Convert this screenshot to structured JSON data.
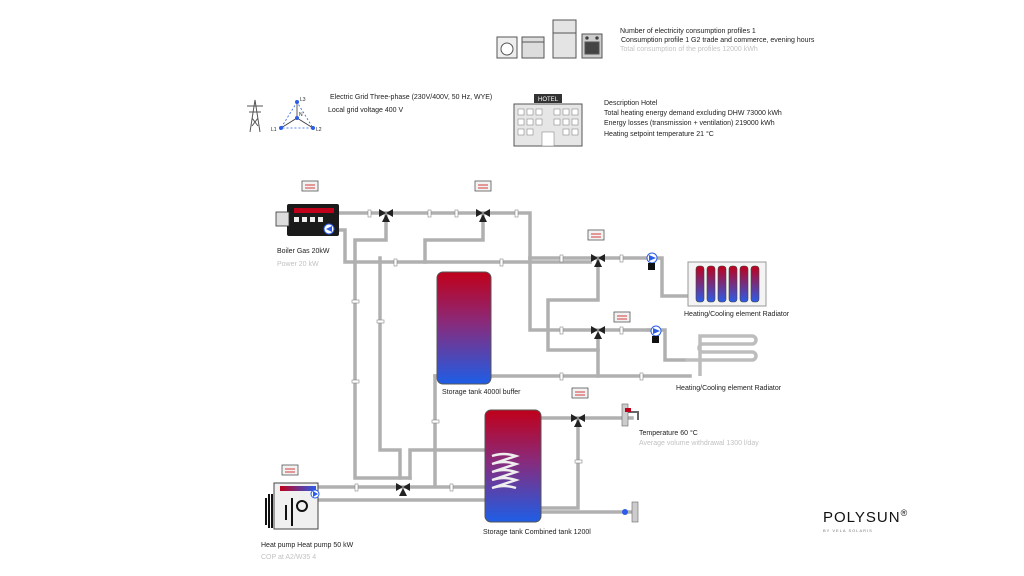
{
  "consumption": {
    "line1": "Number of electricity consumption profiles 1",
    "line2": "Consumption profile 1 G2 trade and commerce, evening hours",
    "line3": "Total consumption of the profiles 12000 kWh"
  },
  "grid": {
    "line1": "Electric Grid Three-phase (230V/400V, 50 Hz, WYE)",
    "line2": "Local grid voltage 400 V",
    "phase_labels": [
      "L1",
      "L2",
      "L3",
      "N"
    ]
  },
  "building": {
    "sign": "HOTEL",
    "line1": "Description Hotel",
    "line2": "Total heating energy demand excluding DHW 73000 kWh",
    "line3": "Energy losses (transmission + ventilation) 219000 kWh",
    "line4": "Heating setpoint temperature 21 °C"
  },
  "boiler": {
    "name": "Boiler Gas 20kW",
    "power": "Power 20 kW"
  },
  "buffer_tank": {
    "name": "Storage tank 4000l buffer"
  },
  "radiator1": {
    "name": "Heating/Cooling element Radiator"
  },
  "radiator2": {
    "name": "Heating/Cooling element Radiator"
  },
  "combined_tank": {
    "name": "Storage tank Combined tank 1200l"
  },
  "dhw": {
    "temperature": "Temperature 60 °C",
    "withdrawal": "Average volume withdrawal 1300 l/day"
  },
  "heat_pump": {
    "name": "Heat pump Heat pump 50 kW",
    "cop": "COP at A2/W35 4"
  },
  "brand": {
    "name": "POLYSUN",
    "reg": "®",
    "tagline": "BY VELA SOLARIS"
  },
  "colors": {
    "hot": "#c0001a",
    "cold": "#1e5ee6",
    "pipe": "#b8b8b8",
    "text_grey": "#c2c2c2"
  }
}
